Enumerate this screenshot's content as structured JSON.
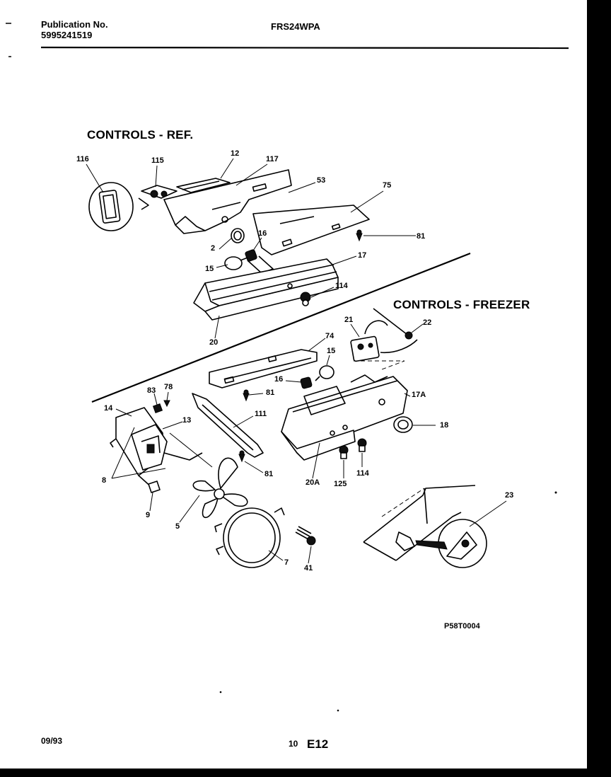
{
  "header": {
    "publication_label": "Publication No.",
    "publication_number": "5995241519",
    "model": "FRS24WPA"
  },
  "sections": {
    "ref_title": "CONTROLS - REF.",
    "freezer_title": "CONTROLS - FREEZER"
  },
  "part_labels": {
    "p116": "116",
    "p115": "115",
    "p12": "12",
    "p117": "117",
    "p53": "53",
    "p75": "75",
    "p81a": "81",
    "p2": "2",
    "p16a": "16",
    "p15a": "15",
    "p17": "17",
    "p114a": "114",
    "p20": "20",
    "p21": "21",
    "p22": "22",
    "p74": "74",
    "p15b": "15",
    "p16b": "16",
    "p81b": "81",
    "p83": "83",
    "p78": "78",
    "p14": "14",
    "p13": "13",
    "p111": "111",
    "p17a": "17A",
    "p18": "18",
    "p8": "8",
    "p81c": "81",
    "p20a": "20A",
    "p125": "125",
    "p114b": "114",
    "p9": "9",
    "p5": "5",
    "p23": "23",
    "p7": "7",
    "p41": "41"
  },
  "drawing_code": "P58T0004",
  "footer": {
    "date": "09/93",
    "page": "10",
    "section": "E12"
  }
}
